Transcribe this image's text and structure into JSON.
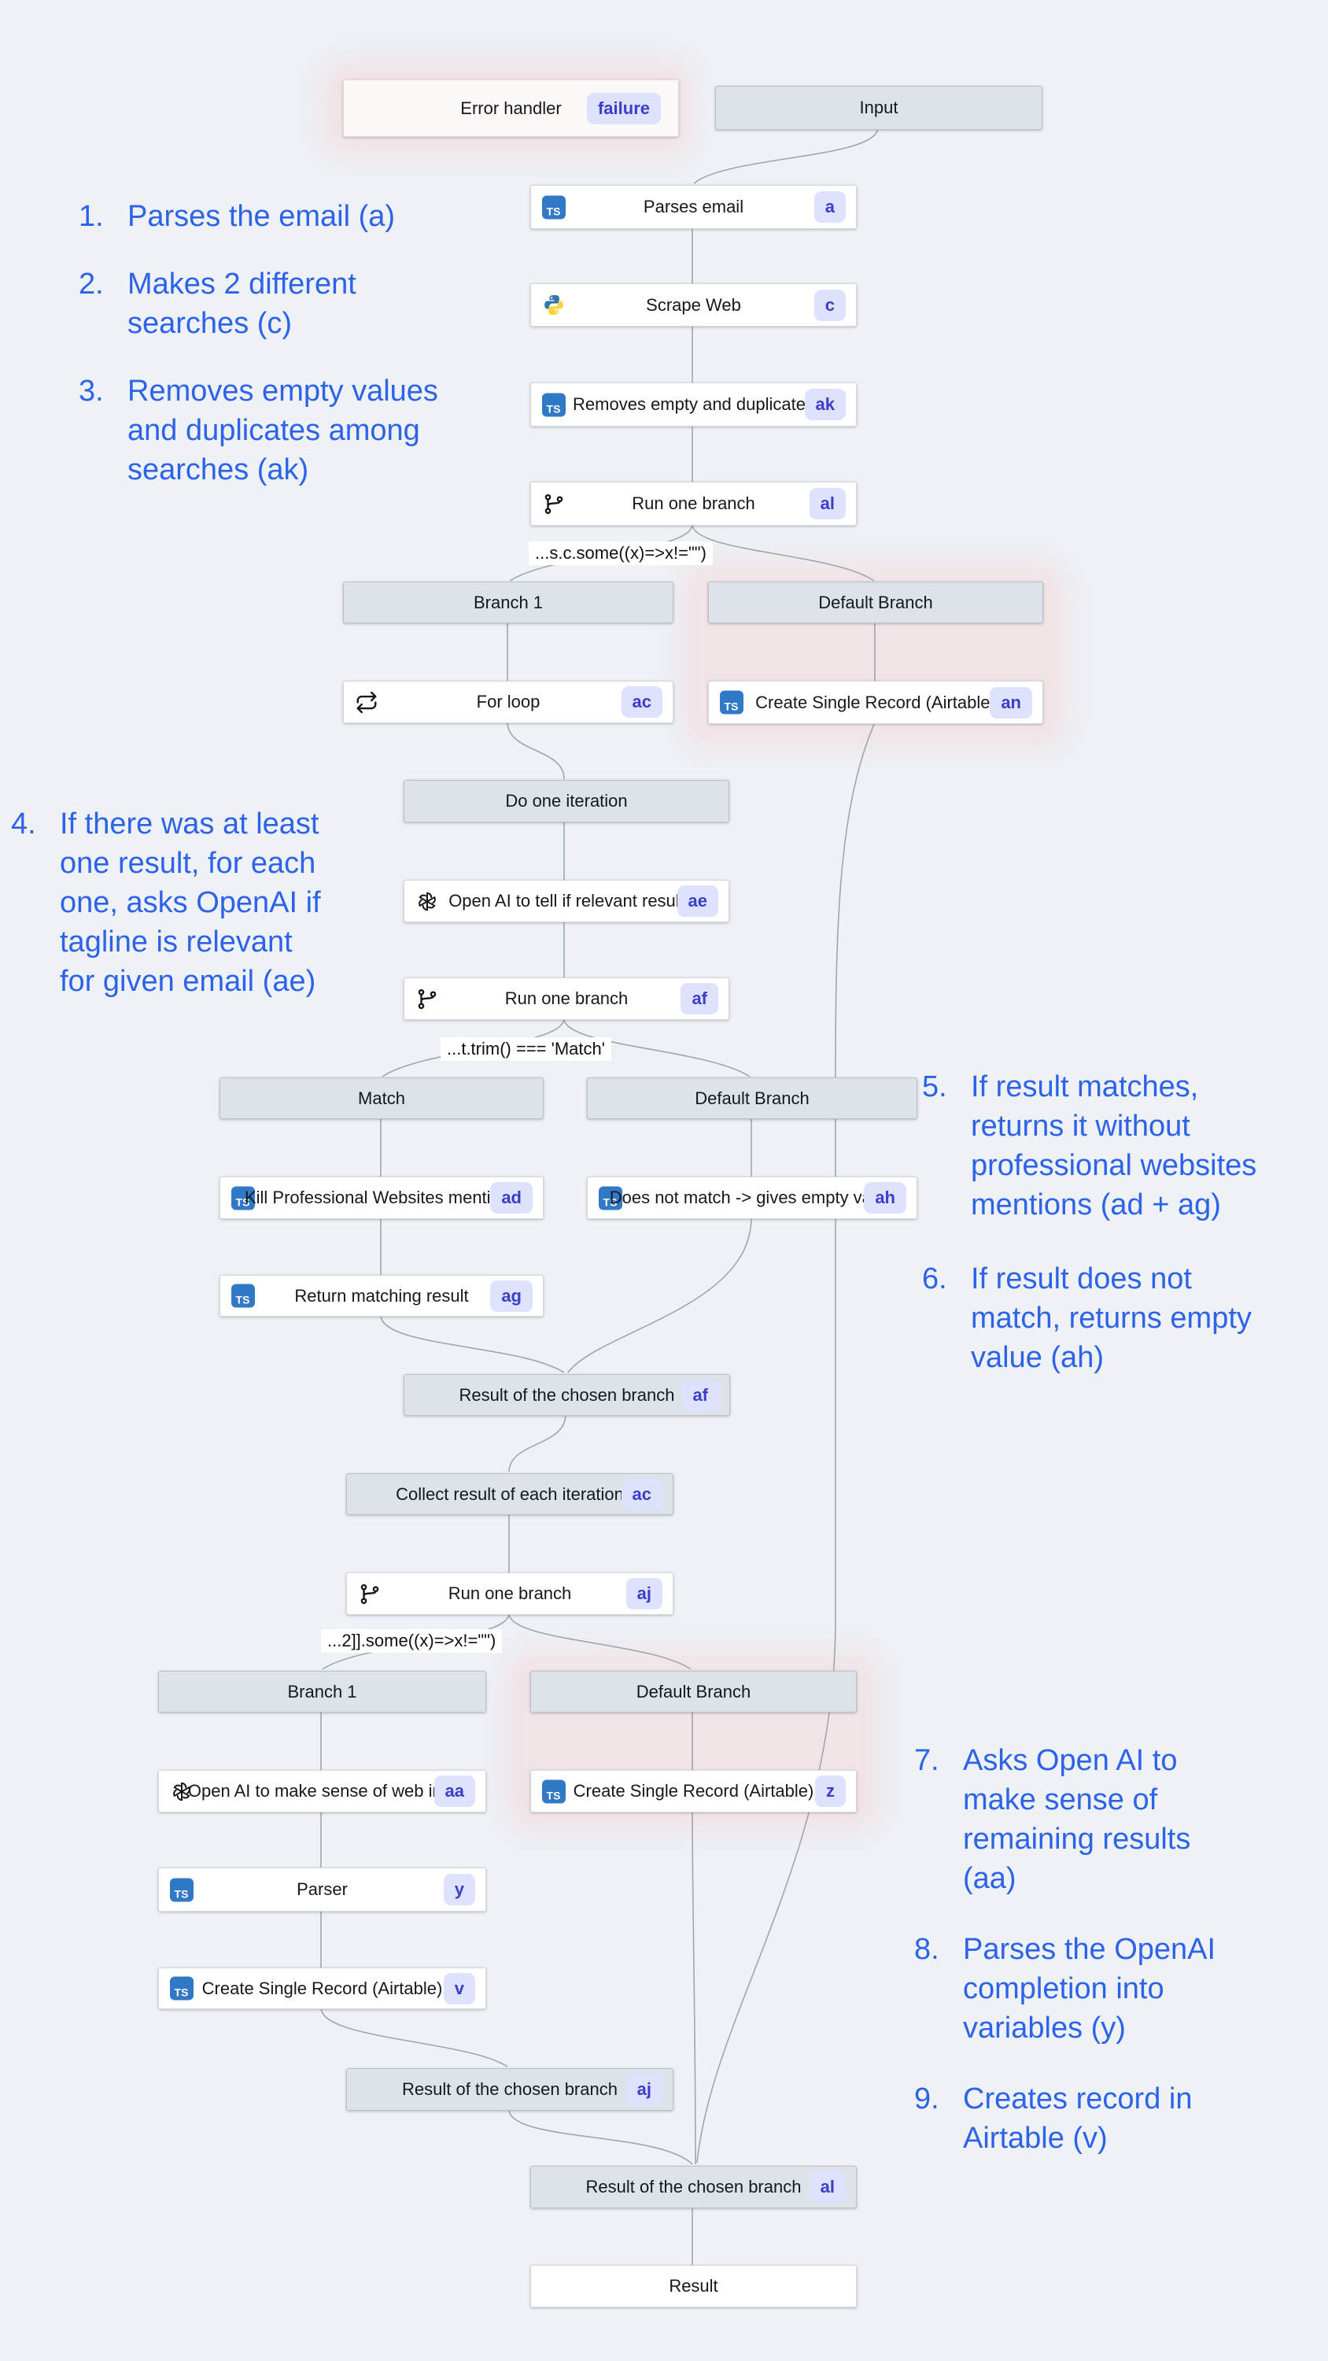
{
  "colors": {
    "annotation_blue": "#2d63e8",
    "badge_bg": "#dfe2fc",
    "badge_text": "#3b3ec9",
    "ts_icon_blue": "#3178c6",
    "halo_pink": "#f4d3d3",
    "node_gray": "#dde3e9",
    "background": "#eef1f6"
  },
  "icons": {
    "ts": "TS"
  },
  "nodes": {
    "error_handler": {
      "label": "Error handler",
      "badge": "failure"
    },
    "input": {
      "label": "Input"
    },
    "parses_email": {
      "label": "Parses email",
      "badge": "a"
    },
    "scrape_web": {
      "label": "Scrape Web",
      "badge": "c"
    },
    "removes_empty": {
      "label": "Removes empty and duplicates",
      "badge": "ak"
    },
    "run_one_branch_al": {
      "label": "Run one branch",
      "badge": "al"
    },
    "branch1_top": {
      "label": "Branch 1"
    },
    "default_branch_top": {
      "label": "Default Branch"
    },
    "for_loop": {
      "label": "For loop",
      "badge": "ac"
    },
    "create_record_an": {
      "label": "Create Single Record (Airtable)",
      "badge": "an"
    },
    "do_one_iteration": {
      "label": "Do one iteration"
    },
    "openai_relevant": {
      "label": "Open AI to tell if relevant result",
      "badge": "ae"
    },
    "run_one_branch_af": {
      "label": "Run one branch",
      "badge": "af"
    },
    "match": {
      "label": "Match"
    },
    "default_branch_mid": {
      "label": "Default Branch"
    },
    "kill_professional": {
      "label": "Kill Professional Websites mentions",
      "badge": "ad"
    },
    "does_not_match": {
      "label": "Does not match -> gives empty value",
      "badge": "ah"
    },
    "return_matching": {
      "label": "Return matching result",
      "badge": "ag"
    },
    "result_af": {
      "label": "Result of the chosen branch",
      "badge": "af"
    },
    "collect_result": {
      "label": "Collect result of each iteration",
      "badge": "ac"
    },
    "run_one_branch_aj": {
      "label": "Run one branch",
      "badge": "aj"
    },
    "branch1_bottom": {
      "label": "Branch 1"
    },
    "default_branch_bottom": {
      "label": "Default Branch"
    },
    "openai_make_sense": {
      "label": "Open AI to make sense of web info",
      "badge": "aa"
    },
    "create_record_z": {
      "label": "Create Single Record (Airtable)",
      "badge": "z"
    },
    "parser": {
      "label": "Parser",
      "badge": "y"
    },
    "create_record_v": {
      "label": "Create Single Record (Airtable)",
      "badge": "v"
    },
    "result_aj": {
      "label": "Result of the chosen branch",
      "badge": "aj"
    },
    "result_al": {
      "label": "Result of the chosen branch",
      "badge": "al"
    },
    "result": {
      "label": "Result"
    }
  },
  "conditions": [
    {
      "text": "...s.c.some((x)=>x!=\"\")"
    },
    {
      "text": "...t.trim() === 'Match'"
    },
    {
      "text": "...2]].some((x)=>x!=\"\")"
    }
  ],
  "annotations": {
    "items": [
      {
        "num": "1.",
        "text": "Parses the email (a)"
      },
      {
        "num": "2.",
        "text": "Makes 2 different\nsearches (c)"
      },
      {
        "num": "3.",
        "text": "Removes empty values\nand duplicates among\nsearches (ak)"
      },
      {
        "num": "4.",
        "text": "If there was at least\none result, for each\none, asks OpenAI if\ntagline is relevant\nfor given email (ae)"
      },
      {
        "num": "5.",
        "text": "If result matches,\nreturns it without\nprofessional websites\nmentions (ad + ag)"
      },
      {
        "num": "6.",
        "text": "If result does not\nmatch, returns empty\nvalue (ah)"
      },
      {
        "num": "7.",
        "text": "Asks Open AI to\nmake sense of\nremaining results\n(aa)"
      },
      {
        "num": "8.",
        "text": "Parses the OpenAI\ncompletion into\nvariables (y)"
      },
      {
        "num": "9.",
        "text": "Creates record in\nAirtable (v)"
      }
    ]
  }
}
